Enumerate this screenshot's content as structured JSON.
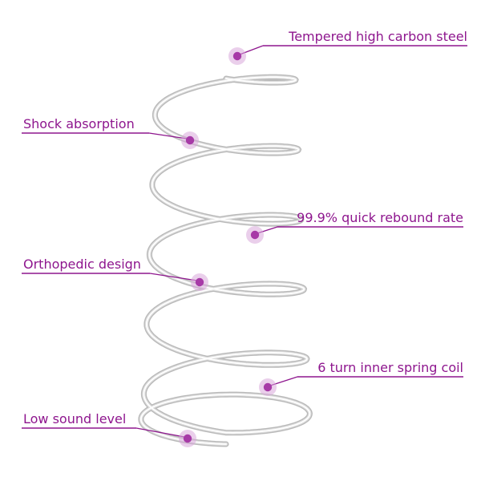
{
  "diagram": {
    "subject": "coil-spring-product-annotation",
    "callouts": [
      {
        "id": "tempered-steel",
        "label": "Tempered high carbon steel"
      },
      {
        "id": "shock-absorption",
        "label": "Shock absorption"
      },
      {
        "id": "rebound-rate",
        "label": "99.9% quick rebound rate"
      },
      {
        "id": "orthopedic-design",
        "label": "Orthopedic design"
      },
      {
        "id": "inner-coil-turns",
        "label": "6 turn inner spring coil"
      },
      {
        "id": "low-sound-level",
        "label": "Low sound level"
      }
    ],
    "colors": {
      "label_text": "#8e168e",
      "callout_line": "#8e168e",
      "marker_inner": "#a73aa7",
      "marker_outer": "#d9a7da",
      "spring_outline": "#b9b9b9",
      "spring_body": "#dedede",
      "spring_highlight": "#ffffff",
      "background": "#ffffff"
    }
  }
}
